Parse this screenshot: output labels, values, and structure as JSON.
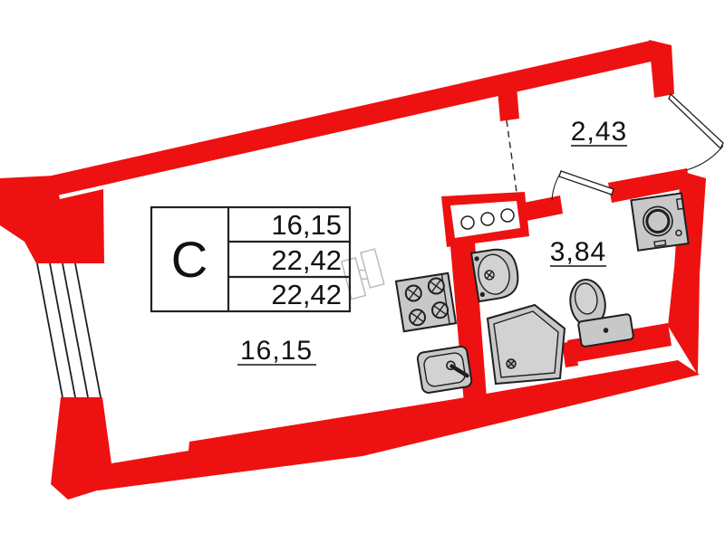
{
  "plan": {
    "info_table": {
      "unit_type": "С",
      "areas": [
        "16,15",
        "22,42",
        "22,42"
      ]
    },
    "room_areas": {
      "hall": "2,43",
      "bathroom": "3,84",
      "living_room": "16,15"
    },
    "colors": {
      "wall": "#ee1111",
      "fixture_fill": "#c8c8c8",
      "fixture_stroke": "#1f1f1f",
      "ghost_furniture": "#bbbbbb",
      "text": "#111111"
    },
    "fixtures": [
      "stove",
      "kitchen-sink",
      "vent-block",
      "bathroom-sink",
      "shower-tray",
      "toilet",
      "washing-machine",
      "wardrobe-ghost"
    ]
  }
}
